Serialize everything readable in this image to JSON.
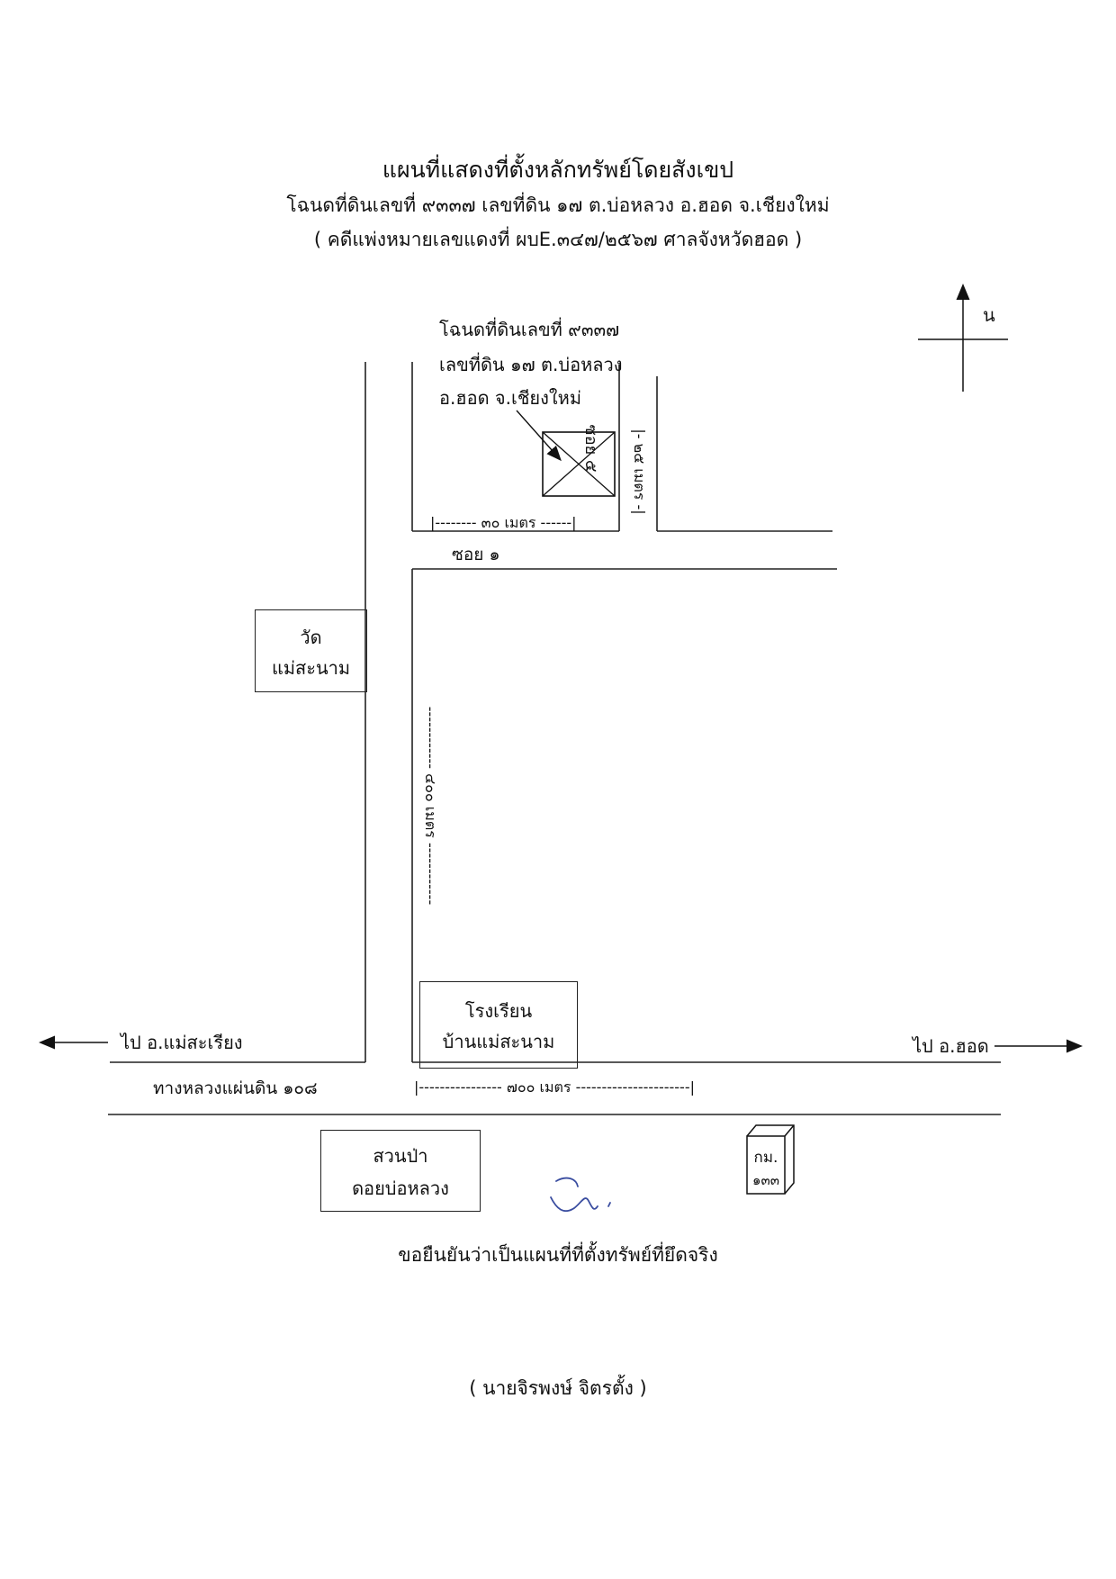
{
  "header": {
    "title": "แผนที่แสดงที่ตั้งหลักทรัพย์โดยสังเขป",
    "subtitle": "โฉนดที่ดินเลขที่ ๙๓๓๗ เลขที่ดิน ๑๗ ต.บ่อหลวง  อ.ฮอด  จ.เชียงใหม่",
    "case": "( คดีแพ่งหมายเลขแดงที่  ผบE.๓๔๗/๒๕๖๗  ศาลจังหวัดฮอด )"
  },
  "compass": {
    "north_label": "น"
  },
  "parcel_label": {
    "line1": "โฉนดที่ดินเลขที่ ๙๓๓๗",
    "line2": "เลขที่ดิน ๑๗ ต.บ่อหลวง",
    "line3": "อ.ฮอด  จ.เชียงใหม่"
  },
  "roads": {
    "soi5": "ซอย ๕",
    "soi1": "ซอย ๑",
    "highway": "ทางหลวงแผ่นดิน ๑๐๘",
    "to_left": "ไป อ.แม่สะเรียง",
    "to_right": "ไป อ.ฮอด"
  },
  "distances": {
    "d30": "|-------- ๓๐ เมตร ------|",
    "d25": "|- ๒๕ เมตร -|",
    "d400": "------------ ๔๐๐ เมตร ------------",
    "d700": "|---------------- ๗๐๐ เมตร ----------------------|"
  },
  "landmarks": {
    "temple": [
      "วัด",
      "แม่สะนาม"
    ],
    "school": [
      "โรงเรียน",
      "บ้านแม่สะนาม"
    ],
    "forest": [
      "สวนป่า",
      "ดอยบ่อหลวง"
    ],
    "km_post": [
      "กม.",
      "๑๓๓"
    ]
  },
  "footer": {
    "certify": "ขอยืนยันว่าเป็นแผนที่ที่ตั้งทรัพย์ที่ยึดจริง",
    "signer": "( นายจิรพงษ์  จิตรตั้ง )"
  }
}
